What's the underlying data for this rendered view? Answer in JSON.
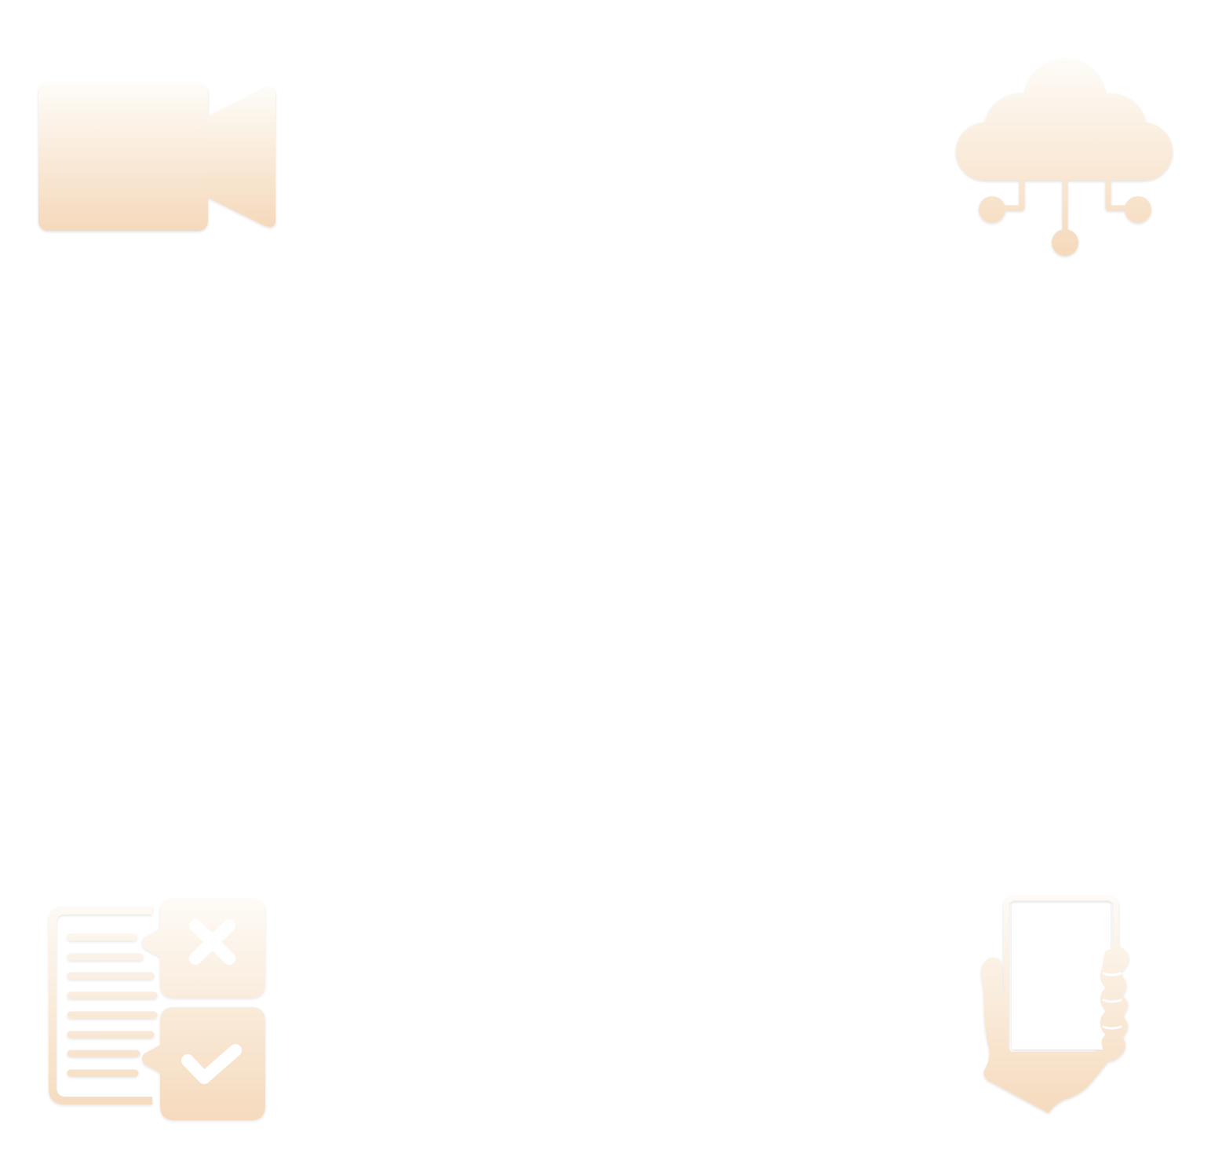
{
  "icons": [
    {
      "id": "video",
      "name": "video-camera-icon"
    },
    {
      "id": "cloud",
      "name": "cloud-network-icon"
    },
    {
      "id": "checklist",
      "name": "checklist-approval-icon"
    },
    {
      "id": "phone",
      "name": "hand-holding-phone-icon"
    }
  ],
  "colors": {
    "background": "#ffffff",
    "gradient_top": "#fefcf8",
    "gradient_bottom": "#f5d9bb",
    "cutout": "#ffffff"
  }
}
